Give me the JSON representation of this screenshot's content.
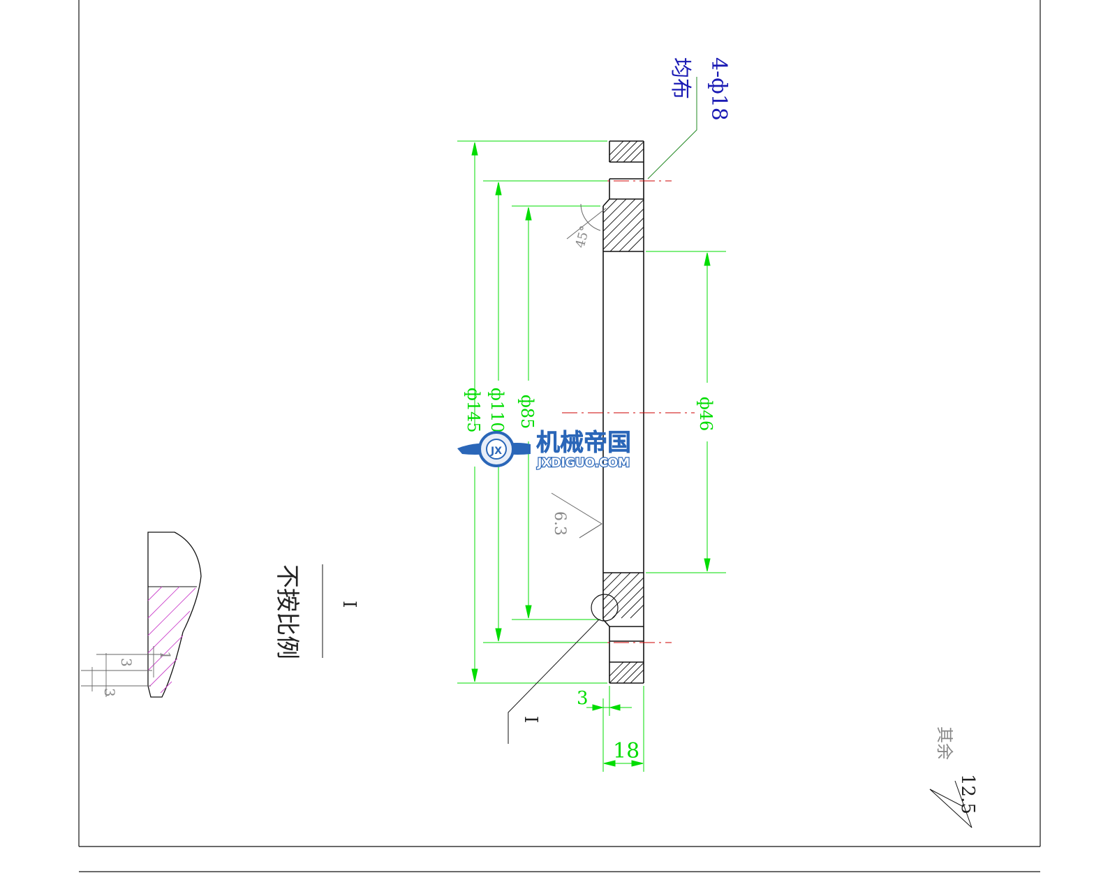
{
  "drawing": {
    "colors": {
      "outline": "#111111",
      "dimension": "#00dc00",
      "note": "#1a1ab4",
      "centerline": "#cc0000",
      "detail_hatch": "#cc44cc",
      "watermark": "#2a66b8"
    },
    "notes": {
      "hole_spec": "4-ф18",
      "hole_spec_2": "均布",
      "scale_note": "不按比例",
      "detail_mark": "I",
      "detail_leader_mark": "I",
      "remainder": "其余",
      "remainder_roughness": "12.5"
    },
    "dimensions": {
      "d145": "ф145",
      "d110": "ф110",
      "d85": "ф85",
      "d46": "ф46",
      "thickness": "18",
      "step": "3",
      "chamfer": "45°",
      "roughness": "6.3",
      "detail_a": "1",
      "detail_b": "3",
      "detail_c": "3"
    },
    "watermark": {
      "brand_cn": "机械帝国",
      "brand_url": "JXDIGUO.COM",
      "logo_mark": "JX",
      "icon": "gear-wings-icon"
    }
  }
}
